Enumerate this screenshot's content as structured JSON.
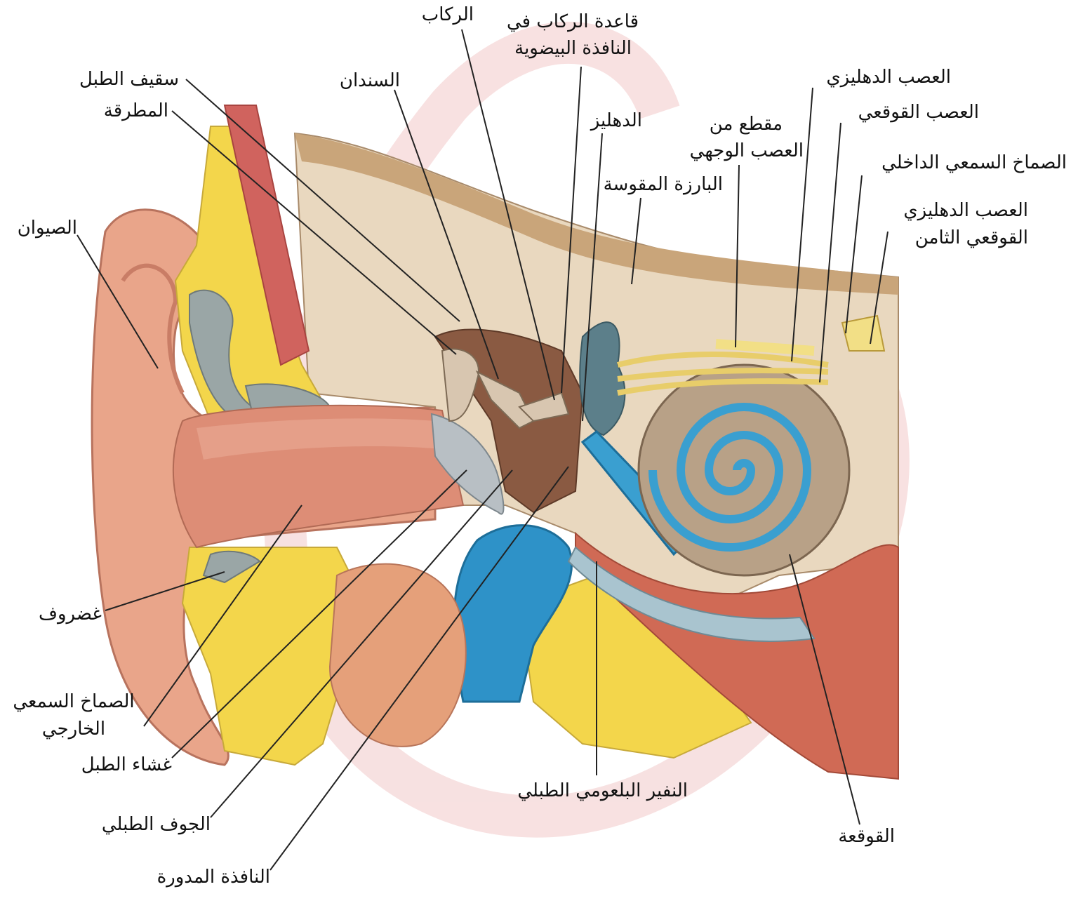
{
  "labels": {
    "rekab": "الركاب",
    "stapes_base_1": "قاعدة الركاب في",
    "stapes_base_2": "النافذة البيضوية",
    "tegmen": "سقيف الطبل",
    "incus": "السندان",
    "malleus": "المطرقة",
    "vestibule": "الدهليز",
    "vestibular_nerve": "العصب الدهليزي",
    "cochlear_nerve": "العصب القوقعي",
    "facial_section_1": "مقطع من",
    "facial_section_2": "العصب الوجهي",
    "arcuate_eminence": "البارزة المقوسة",
    "internal_meatus": "الصماخ السمعي الداخلي",
    "auricle": "الصيوان",
    "vc_nerve_1": "العصب الدهليزي",
    "vc_nerve_2": "القوقعي الثامن",
    "cartilage": "غضروف",
    "external_meatus_1": "الصماخ السمعي",
    "external_meatus_2": "الخارجي",
    "tympanic_membrane": "غشاء الطبل",
    "tympanic_cavity": "الجوف الطبلي",
    "round_window": "النافذة المدورة",
    "eustachian": "النفير البلعومي الطبلي",
    "cochlea": "القوقعة"
  },
  "colors": {
    "skin": "#e9a58a",
    "canal": "#dd8d76",
    "bone": "#e9d8bf",
    "bone_dark": "#c9a57a",
    "fat": "#f3d64b",
    "nerve": "#f2df86",
    "perilymph": "#3a9fd0",
    "cochlea": "#b8a187",
    "cartilage": "#9aa6a6",
    "watermark": "#f4d7d7",
    "leader": "#222222"
  },
  "icons": {
    "watermark": "logo-watermark"
  }
}
